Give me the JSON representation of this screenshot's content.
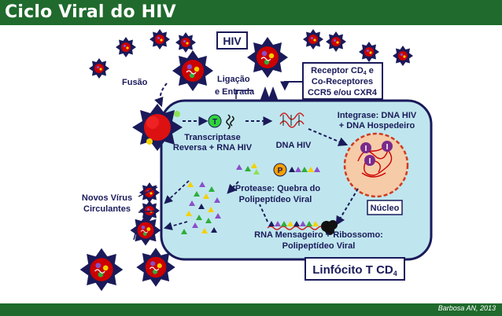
{
  "title": "Ciclo Viral do HIV",
  "credit": "Barbosa AN, 2013",
  "labels": {
    "hiv": "HIV",
    "receptor_line1": "Receptor CD",
    "receptor_sub": "4",
    "receptor_line1_end": " e",
    "receptor_line2": "Co-Receptores",
    "receptor_line3": "CCR5 e/ou CXR4",
    "fusao": "Fusão",
    "ligacao_line1": "Ligação",
    "ligacao_line2": "e Entrada",
    "transcriptase_line1": "Transcriptase",
    "transcriptase_line2": "Reversa + RNA HIV",
    "dna_hiv": "DNA HIV",
    "integrase_line1": "Integrase: DNA HIV",
    "integrase_line2": "+ DNA Hospedeiro",
    "protease_line1": "Protease: Quebra do",
    "protease_line2": "Polipeptídeo Viral",
    "nucleo": "Núcleo",
    "novos_line1": "Novos Vírus",
    "novos_line2": "Circulantes",
    "rna_line1": "RNA Mensageiro + Ribossomo:",
    "rna_line2": "Polipeptídeo Viral",
    "linfocito": "Linfócito T CD",
    "linfocito_sub": "4",
    "t_marker": "T",
    "p_marker": "P",
    "i_marker": "I"
  },
  "colors": {
    "brand": "#1f6a2c",
    "virus_body": "#1a1a5a",
    "virus_core": "#cc0000",
    "cell_fill": "#bfe6ee",
    "cell_stroke": "#1a1a5a",
    "nucleus_fill": "#f6cba8",
    "nucleus_stroke": "#d23a1e"
  }
}
